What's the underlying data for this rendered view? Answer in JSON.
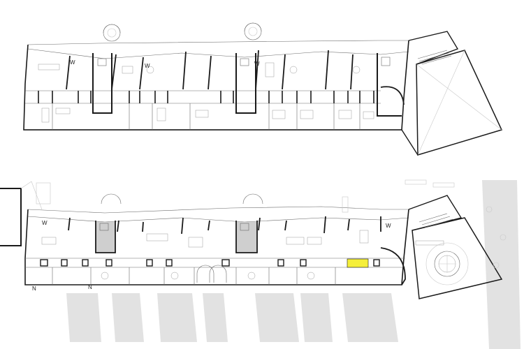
{
  "plans": [
    {
      "id": "upper-floor",
      "marker_labels": [
        "W",
        "W",
        "W"
      ],
      "highlight_color": ""
    },
    {
      "id": "ground-floor",
      "marker_labels": [
        "W",
        "W",
        "N",
        "N"
      ],
      "highlight_color": "#f5ef3a"
    }
  ],
  "colors": {
    "wall": "#1a1a1a",
    "line": "#6a6a6a",
    "hatch": "#d9d9d9",
    "shaded_room": "#cfcfcf",
    "highlight": "#f5ef3a"
  }
}
